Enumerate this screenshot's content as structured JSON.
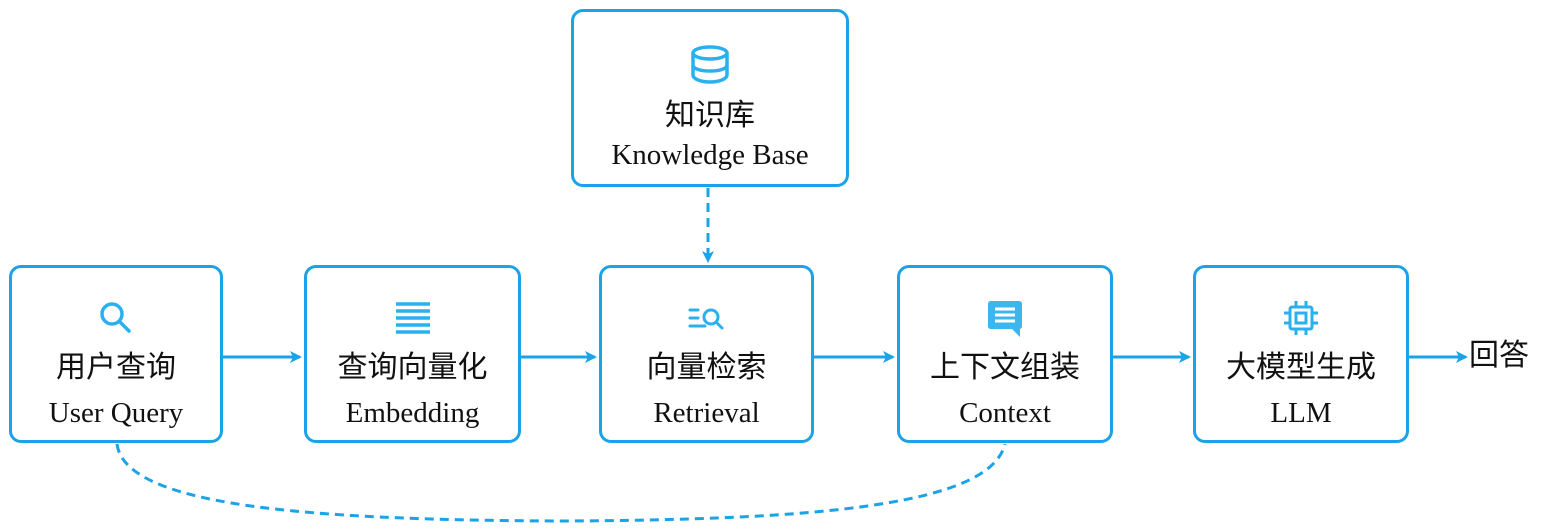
{
  "diagram": {
    "accent_color": "#1aa3e6",
    "knowledge_base": {
      "icon": "database-icon",
      "title_zh": "知识库",
      "title_en": "Knowledge Base"
    },
    "pipeline": [
      {
        "icon": "search-icon",
        "title_zh": "用户查询",
        "title_en": "User Query"
      },
      {
        "icon": "list-lines-icon",
        "title_zh": "查询向量化",
        "title_en": "Embedding"
      },
      {
        "icon": "list-search-icon",
        "title_zh": "向量检索",
        "title_en": "Retrieval"
      },
      {
        "icon": "message-icon",
        "title_zh": "上下文组装",
        "title_en": "Context"
      },
      {
        "icon": "chip-icon",
        "title_zh": "大模型生成",
        "title_en": "LLM"
      }
    ],
    "output_label": "回答",
    "edges": [
      {
        "from": "用户查询",
        "to": "查询向量化",
        "style": "solid"
      },
      {
        "from": "查询向量化",
        "to": "向量检索",
        "style": "solid"
      },
      {
        "from": "向量检索",
        "to": "上下文组装",
        "style": "solid"
      },
      {
        "from": "上下文组装",
        "to": "大模型生成",
        "style": "solid"
      },
      {
        "from": "大模型生成",
        "to": "回答",
        "style": "solid"
      },
      {
        "from": "知识库",
        "to": "向量检索",
        "style": "dashed"
      },
      {
        "from": "用户查询",
        "to": "上下文组装",
        "style": "dashed-curve"
      }
    ]
  }
}
